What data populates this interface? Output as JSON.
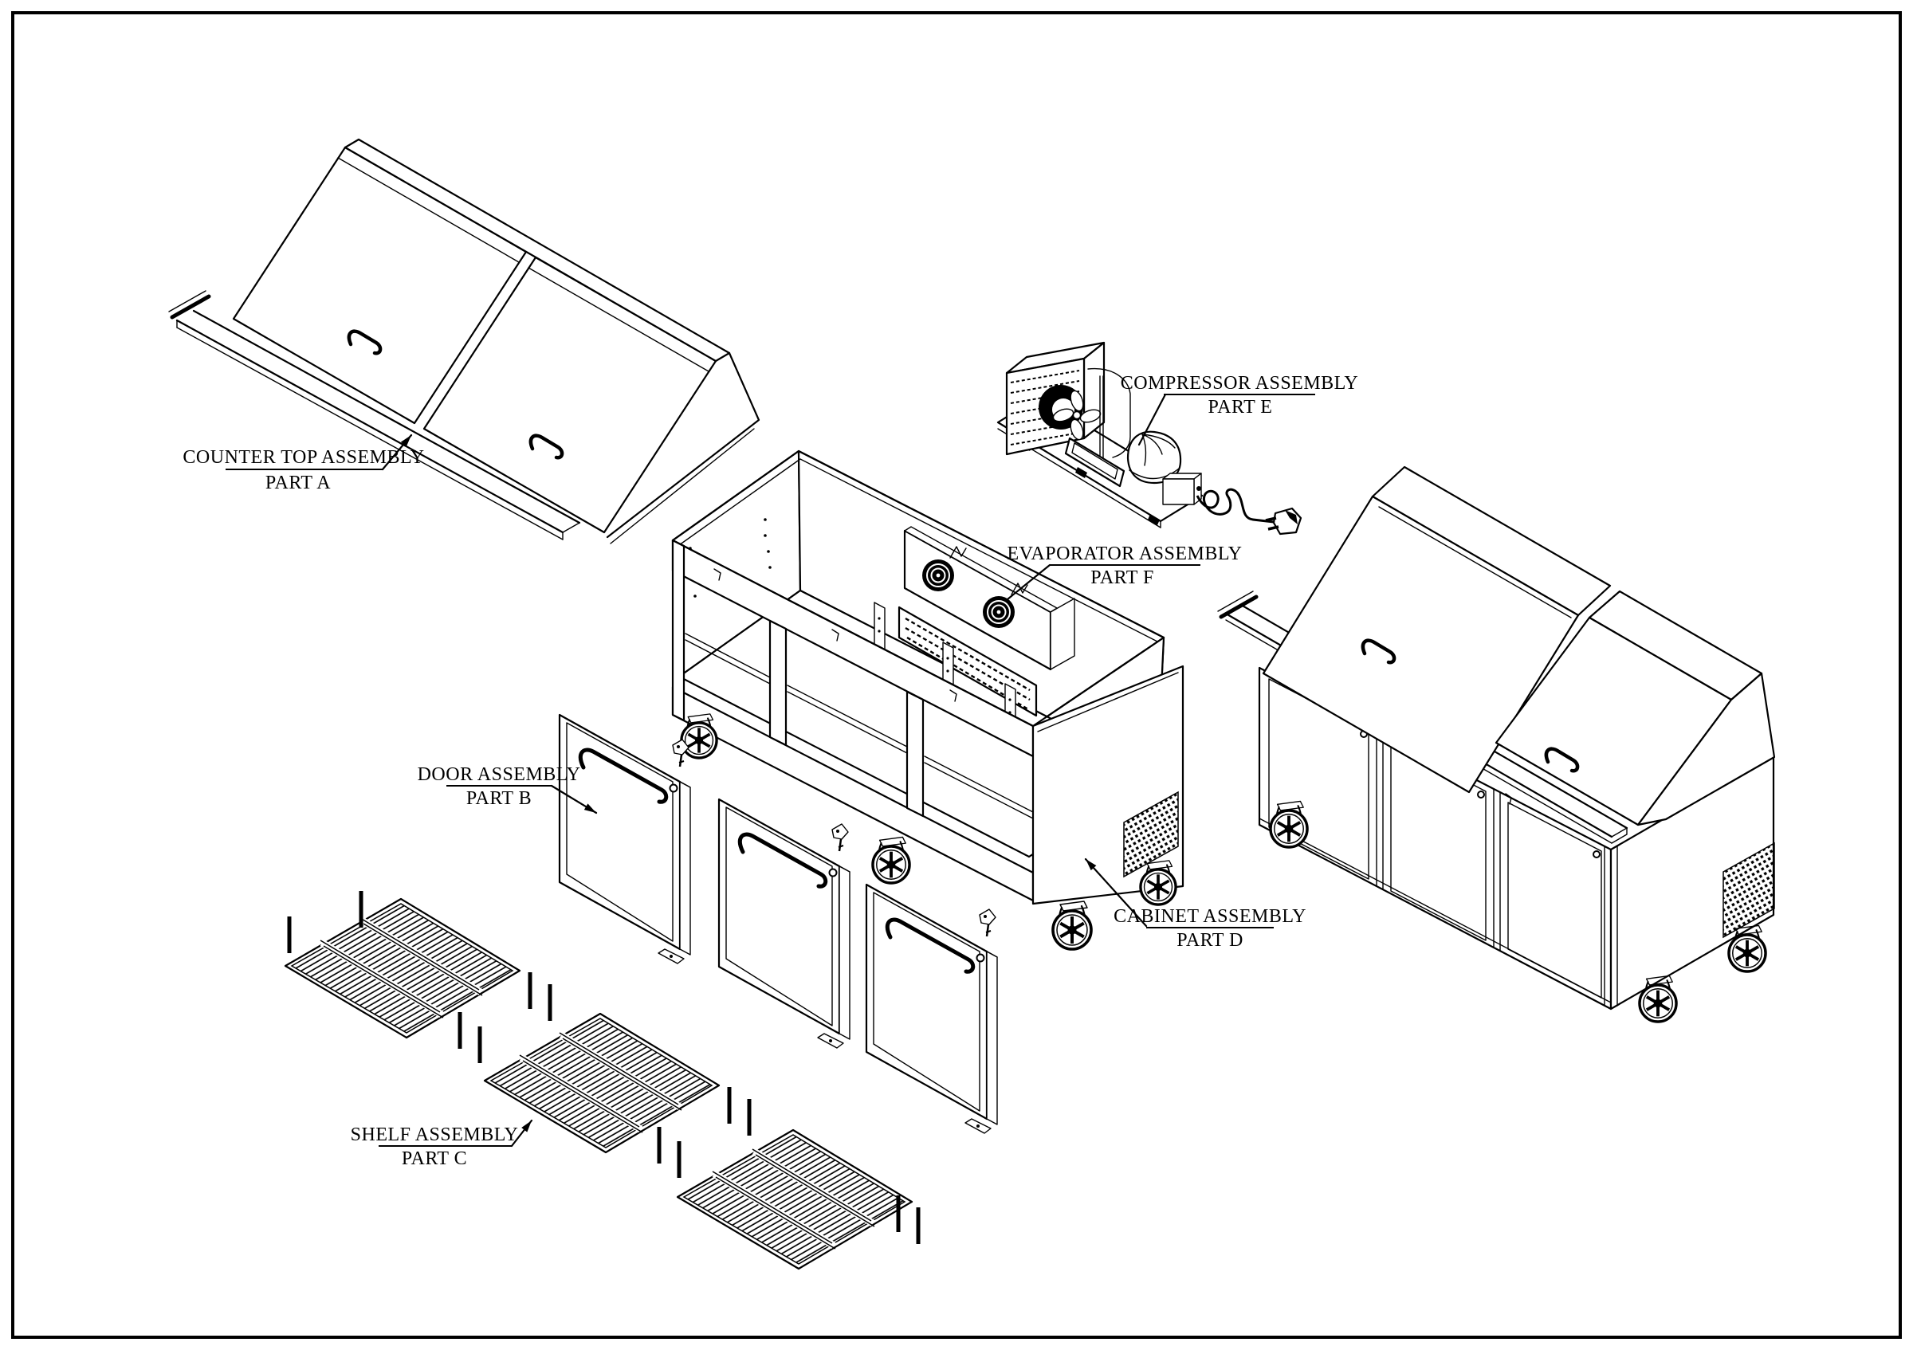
{
  "sheet": {
    "background": "#ffffff",
    "line_color": "#000000",
    "border_color": "#000000"
  },
  "labels": {
    "counter_top": {
      "title": "COUNTER TOP ASSEMBLY",
      "part": "PART A"
    },
    "door": {
      "title": "DOOR ASSEMBLY",
      "part": "PART B"
    },
    "shelf": {
      "title": "SHELF ASSEMBLY",
      "part": "PART C"
    },
    "cabinet": {
      "title": "CABINET ASSEMBLY",
      "part": "PART D"
    },
    "compressor": {
      "title": "COMPRESSOR ASSEMBLY",
      "part": "PART E"
    },
    "evaporator": {
      "title": "EVAPORATOR ASSEMBLY",
      "part": "PART F"
    }
  }
}
